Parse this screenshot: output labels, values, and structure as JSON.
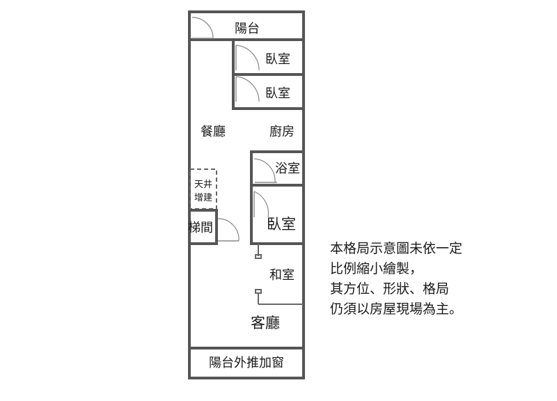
{
  "floorplan": {
    "rooms": {
      "balcony_top": "陽台",
      "bedroom_1": "臥室",
      "bedroom_2": "臥室",
      "dining": "餐廳",
      "kitchen": "廚房",
      "bathroom": "浴室",
      "lightwell_line1": "天井",
      "lightwell_line2": "增建",
      "bedroom_3": "臥室",
      "stairs": "梯間",
      "japanese_room": "和室",
      "living_room": "客廳",
      "balcony_bottom": "陽台外推加窗"
    }
  },
  "disclaimer": {
    "lines": [
      "本格局示意圖未依一定",
      "比例縮小繪製，",
      "其方位、形狀、格局",
      "仍須以房屋現場為主。"
    ]
  }
}
